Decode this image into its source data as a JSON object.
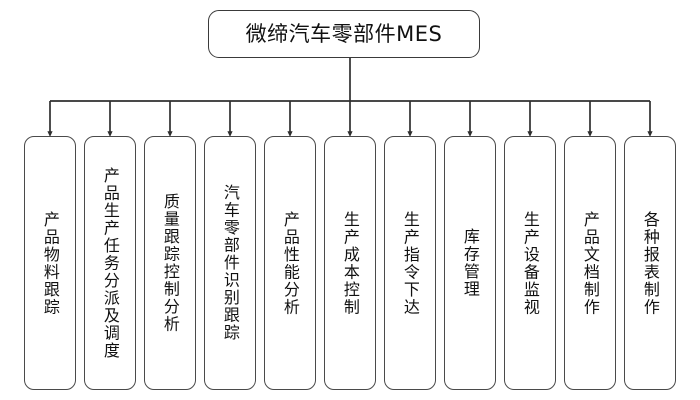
{
  "diagram": {
    "type": "organizational-tree",
    "orientation": "top-down",
    "background_color": "#ffffff",
    "line_color": "#3a3a3a",
    "text_color": "#111111",
    "root": {
      "label": "微缔汽车零部件MES"
    },
    "leaves": [
      {
        "label": "产品物料跟踪"
      },
      {
        "label": "产品生产任务分派及调度"
      },
      {
        "label": "质量跟踪控制分析"
      },
      {
        "label": "汽车零部件识别跟踪"
      },
      {
        "label": "产品性能分析"
      },
      {
        "label": "生产成本控制"
      },
      {
        "label": "生产指令下达"
      },
      {
        "label": "库存管理"
      },
      {
        "label": "生产设备监视"
      },
      {
        "label": "产品文档制作"
      },
      {
        "label": "各种报表制作"
      }
    ]
  }
}
